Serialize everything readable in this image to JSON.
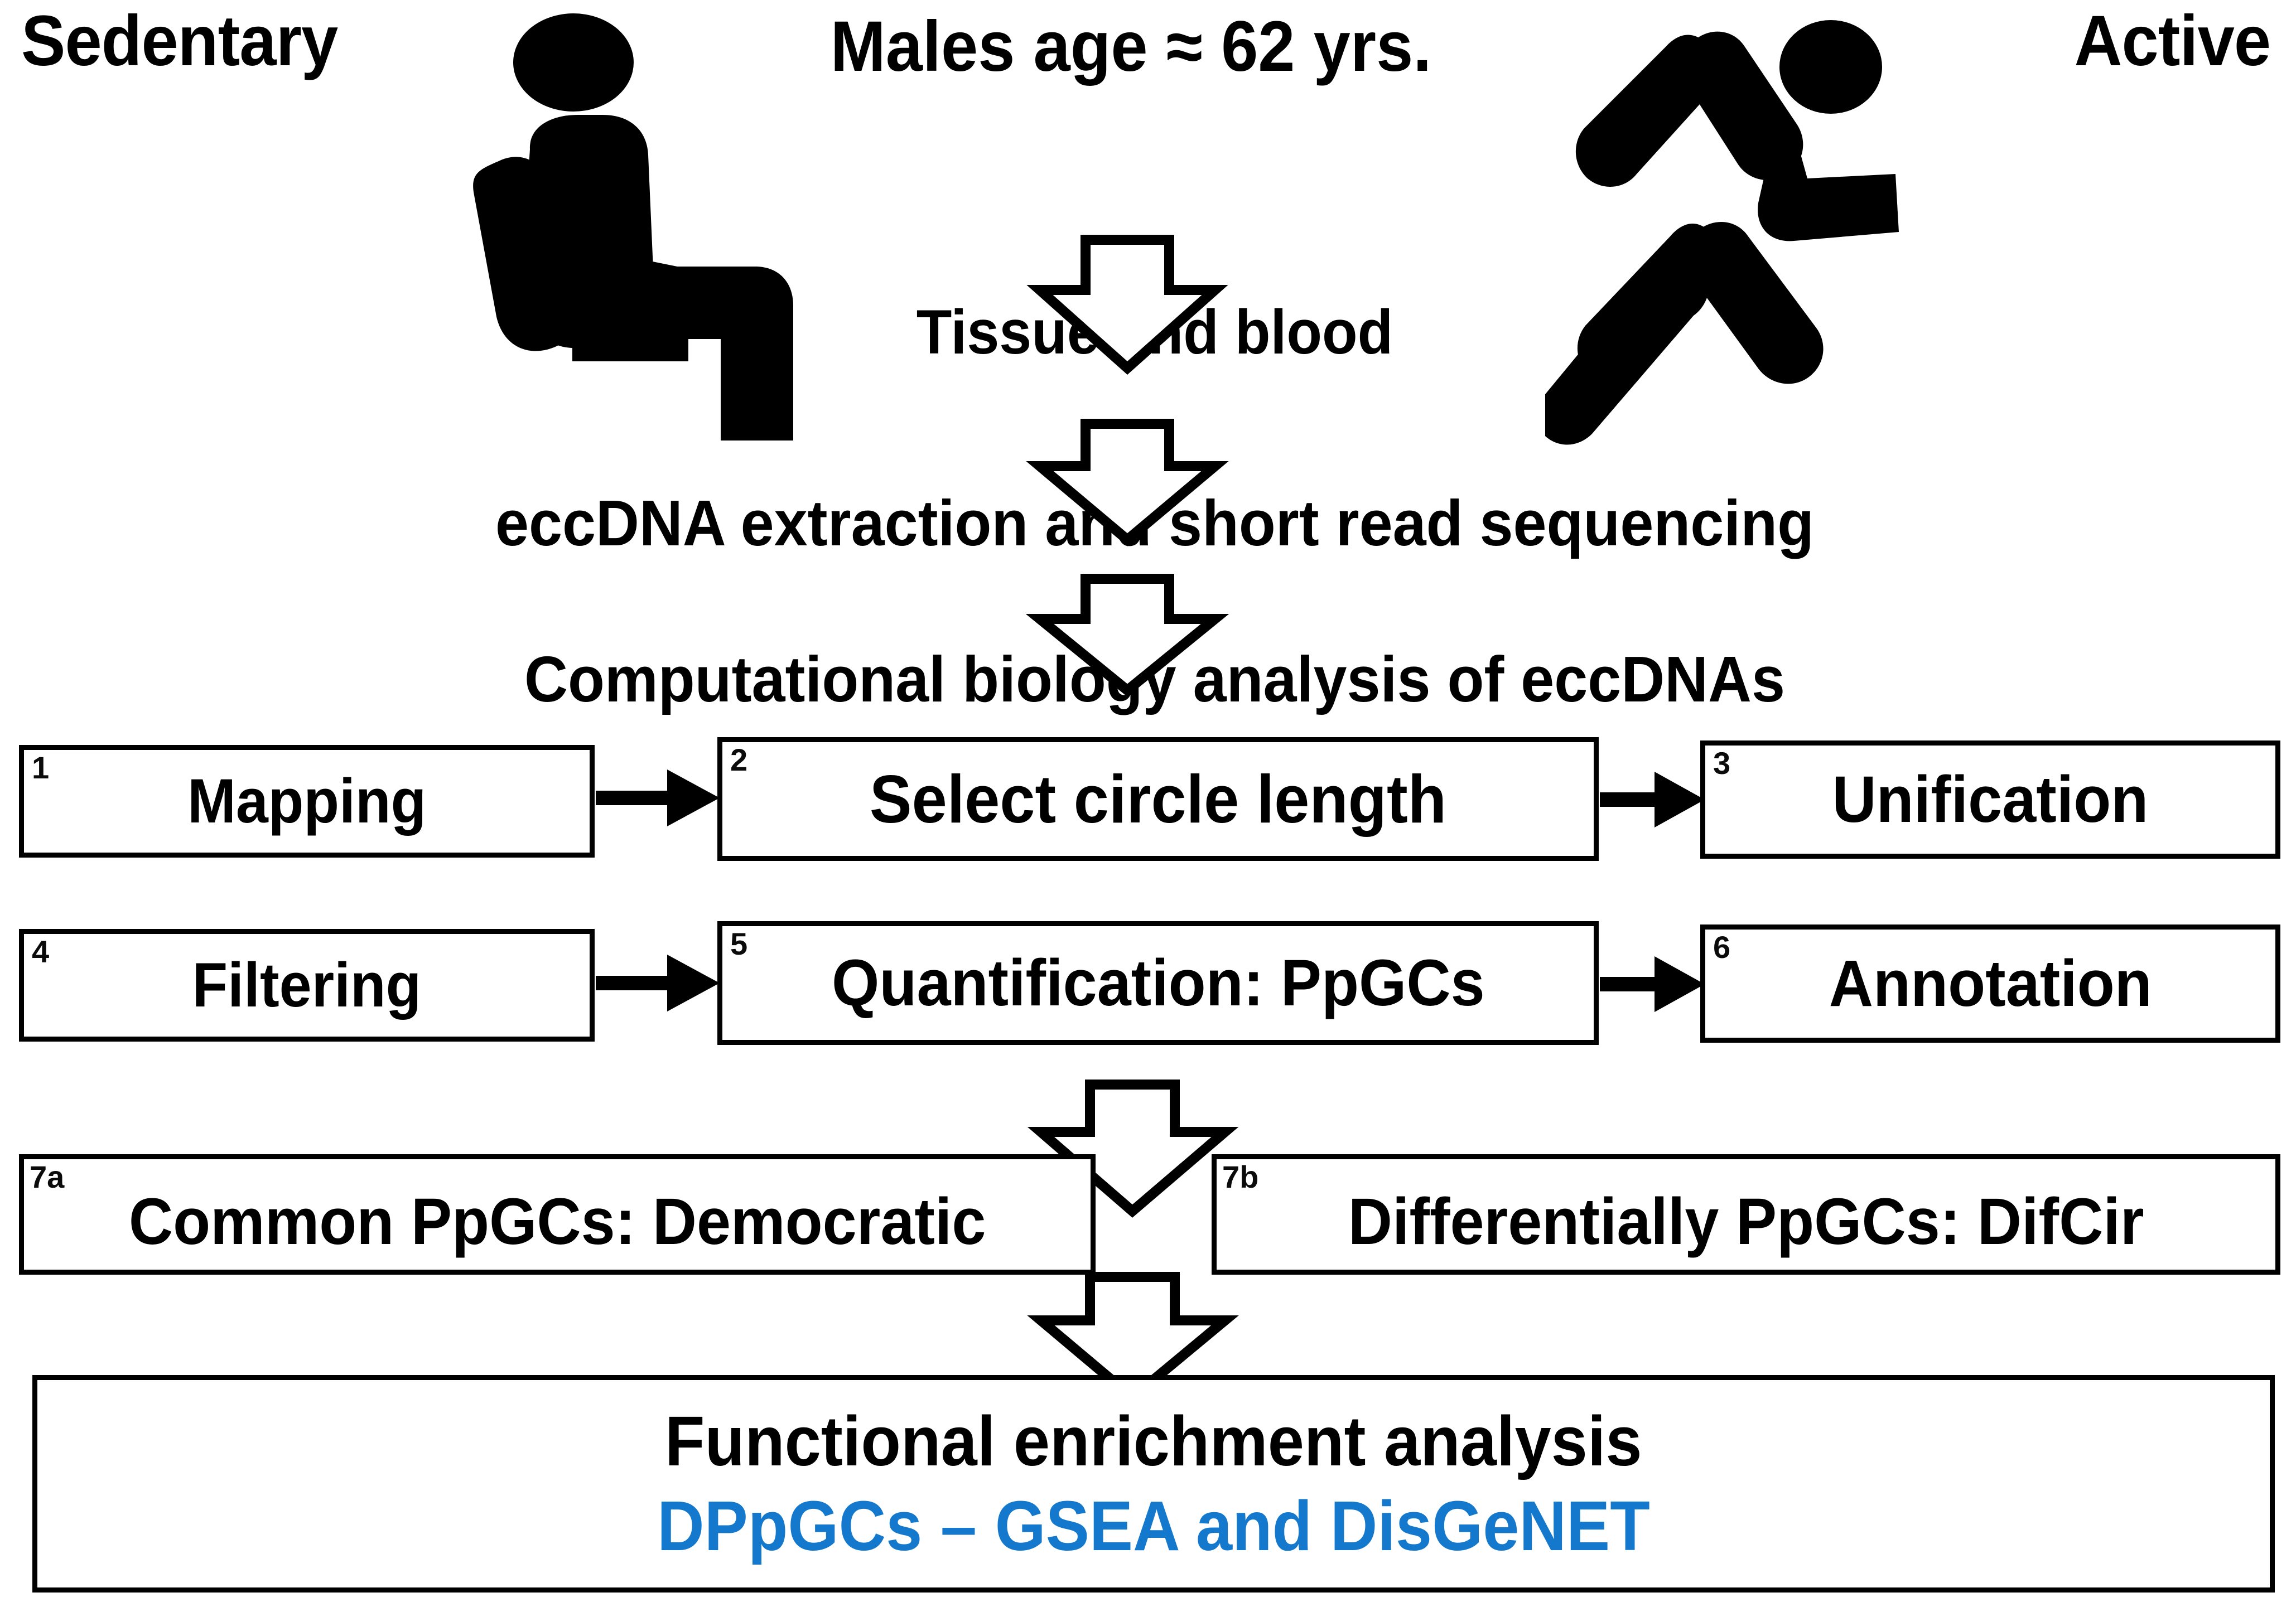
{
  "header": {
    "left_label": "Sedentary",
    "right_label": "Active",
    "center_title": "Males age ≈ 62 yrs.",
    "left_icon": "seated-person-icon",
    "right_icon": "running-person-icon"
  },
  "flow": {
    "step_tissue": "Tissue and blood",
    "step_extraction": "eccDNA extraction and short read sequencing",
    "step_analysis": "Computational biology analysis of eccDNAs"
  },
  "pipeline": {
    "row1": [
      {
        "num": "1",
        "label": "Mapping"
      },
      {
        "num": "2",
        "label": "Select circle length"
      },
      {
        "num": "3",
        "label": "Unification"
      }
    ],
    "row2": [
      {
        "num": "4",
        "label": "Filtering"
      },
      {
        "num": "5",
        "label": "Quantification: PpGCs"
      },
      {
        "num": "6",
        "label": "Annotation"
      }
    ],
    "row3": [
      {
        "num": "7a",
        "label": "Common PpGCs: Democratic"
      },
      {
        "num": "7b",
        "label": "Differentially PpGCs: DifCir"
      }
    ]
  },
  "final": {
    "title": "Functional enrichment analysis",
    "subtitle": "DPpGCs – GSEA and DisGeNET",
    "subtitle_color": "#1479CC"
  },
  "colors": {
    "ink": "#000000",
    "background": "#FFFFFF",
    "accent_blue": "#1479CC"
  },
  "arrows": {
    "block_arrow": "down-block-arrow-icon",
    "line_arrow": "right-line-arrow-icon"
  }
}
